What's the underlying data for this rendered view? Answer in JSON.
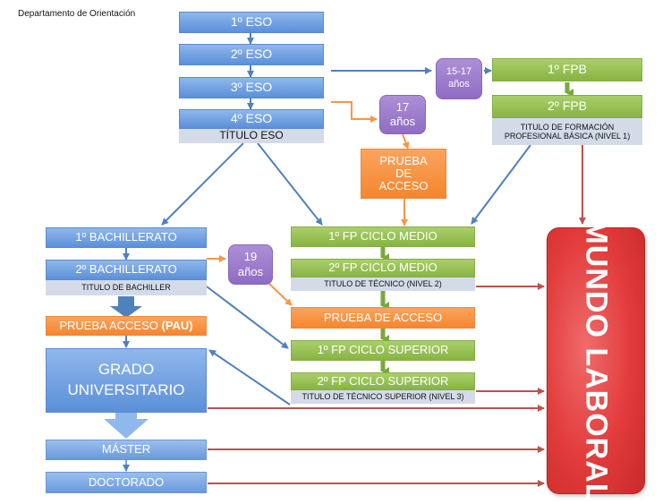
{
  "header": {
    "department": "Departamento de Orientación"
  },
  "eso": {
    "e1": "1º ESO",
    "e2": "2º ESO",
    "e3": "3º ESO",
    "e4": "4º ESO",
    "titulo": "TÍTULO ESO"
  },
  "fpb": {
    "f1": "1º FPB",
    "f2": "2º FPB",
    "titulo": "TITULO DE FORMACIÓN PROFESIONAL BÁSICA (NIVEL 1)"
  },
  "ages": {
    "a1517": "15-17 años",
    "a17": "17 años",
    "a19": "19 años"
  },
  "prueba_acceso_medio": "PRUEBA DE ACCESO",
  "bachillerato": {
    "b1": "1º BACHILLERATO",
    "b2": "2º BACHILLERATO",
    "titulo": "TITULO DE BACHILLER"
  },
  "pau": {
    "text": "PRUEBA ACCESO ",
    "bold": "(PAU)"
  },
  "grado": "GRADO UNIVERSITARIO",
  "master": "MÁSTER",
  "doctorado": "DOCTORADO",
  "fp_medio": {
    "m1": "1º FP CICLO MEDIO",
    "m2": "2º FP CICLO MEDIO",
    "titulo": "TITULO DE TÉCNICO (NIVEL 2)"
  },
  "prueba_acceso_superior": "PRUEBA DE ACCESO",
  "fp_superior": {
    "s1": "1º FP CICLO SUPERIOR",
    "s2": "2º FP CICLO SUPERIOR",
    "titulo": "TITULO DE TÉCNICO SUPERIOR (NIVEL 3)"
  },
  "mundo_laboral": "MUNDO LABORAL",
  "colors": {
    "blue_arrow": "#4f81bd",
    "orange_arrow": "#f79646",
    "red_arrow": "#c0504d",
    "green": "#8cb84a",
    "blue": "#6a9ae0",
    "orange": "#f78f3e",
    "purple": "#9a78c9",
    "red": "#e03a3a"
  }
}
